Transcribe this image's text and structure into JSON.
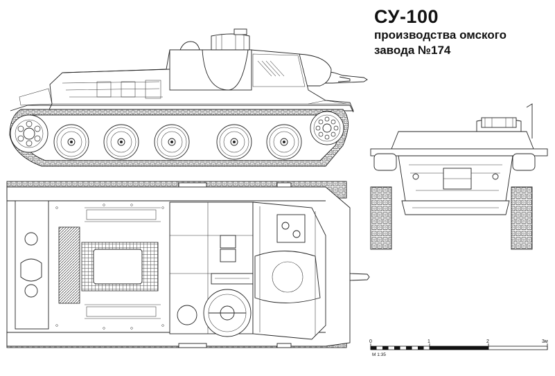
{
  "title": {
    "name": "СУ-100",
    "line1": "производства омского",
    "line2": "завода №174"
  },
  "scale_bar": {
    "tick_labels": [
      "0",
      "1",
      "2",
      "3м"
    ],
    "scale_text": "М 1:35"
  }
}
